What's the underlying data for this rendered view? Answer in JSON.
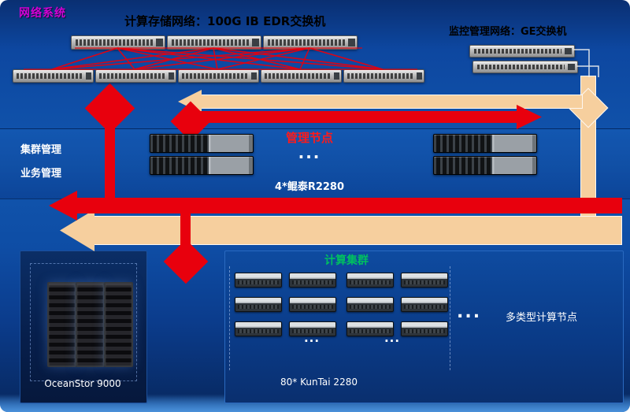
{
  "header": {
    "system_title": "网络系统",
    "compute_network_title": "计算存储网络：100G IB EDR交换机",
    "monitor_network_title": "监控管理网络：GE交换机"
  },
  "management_band": {
    "left_labels": [
      "集群管理",
      "业务管理"
    ],
    "node_title": "管理节点",
    "ellipsis": "...",
    "node_count_label": "4*鲲泰R2280"
  },
  "storage_panel": {
    "label": "OceanStor 9000"
  },
  "compute_panel": {
    "title": "计算集群",
    "ellipsis": "...",
    "count_label": "80* KunTai 2280",
    "type_label": "多类型计算节点"
  },
  "colors": {
    "background_blue": "#0d47a0",
    "red_arrow": "#e8000d",
    "peach_arrow": "#f6cf9e",
    "system_title_magenta": "#d400d4",
    "mgmt_title_red": "#ff1a1a",
    "compute_title_green": "#00c060"
  }
}
